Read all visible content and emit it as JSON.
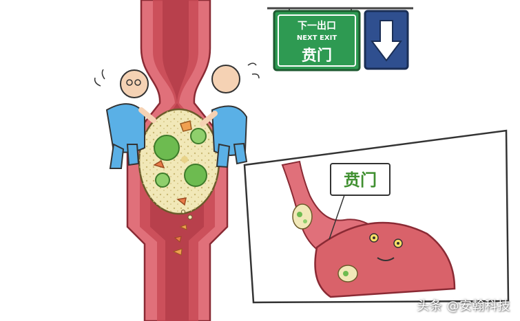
{
  "sign": {
    "line1": "下一出口",
    "line2": "NEXT EXIT",
    "line3": "贲门"
  },
  "inset": {
    "label": "贲门"
  },
  "watermark": "头条 @安翰科技",
  "colors": {
    "esophagus": "#d9626a",
    "esophagus_dark": "#b8404c",
    "food_bolus": "#f1e8b8",
    "sign_green": "#2e9a52",
    "sign_blue": "#2f4f8f",
    "worker_blue": "#5ab0e6"
  }
}
